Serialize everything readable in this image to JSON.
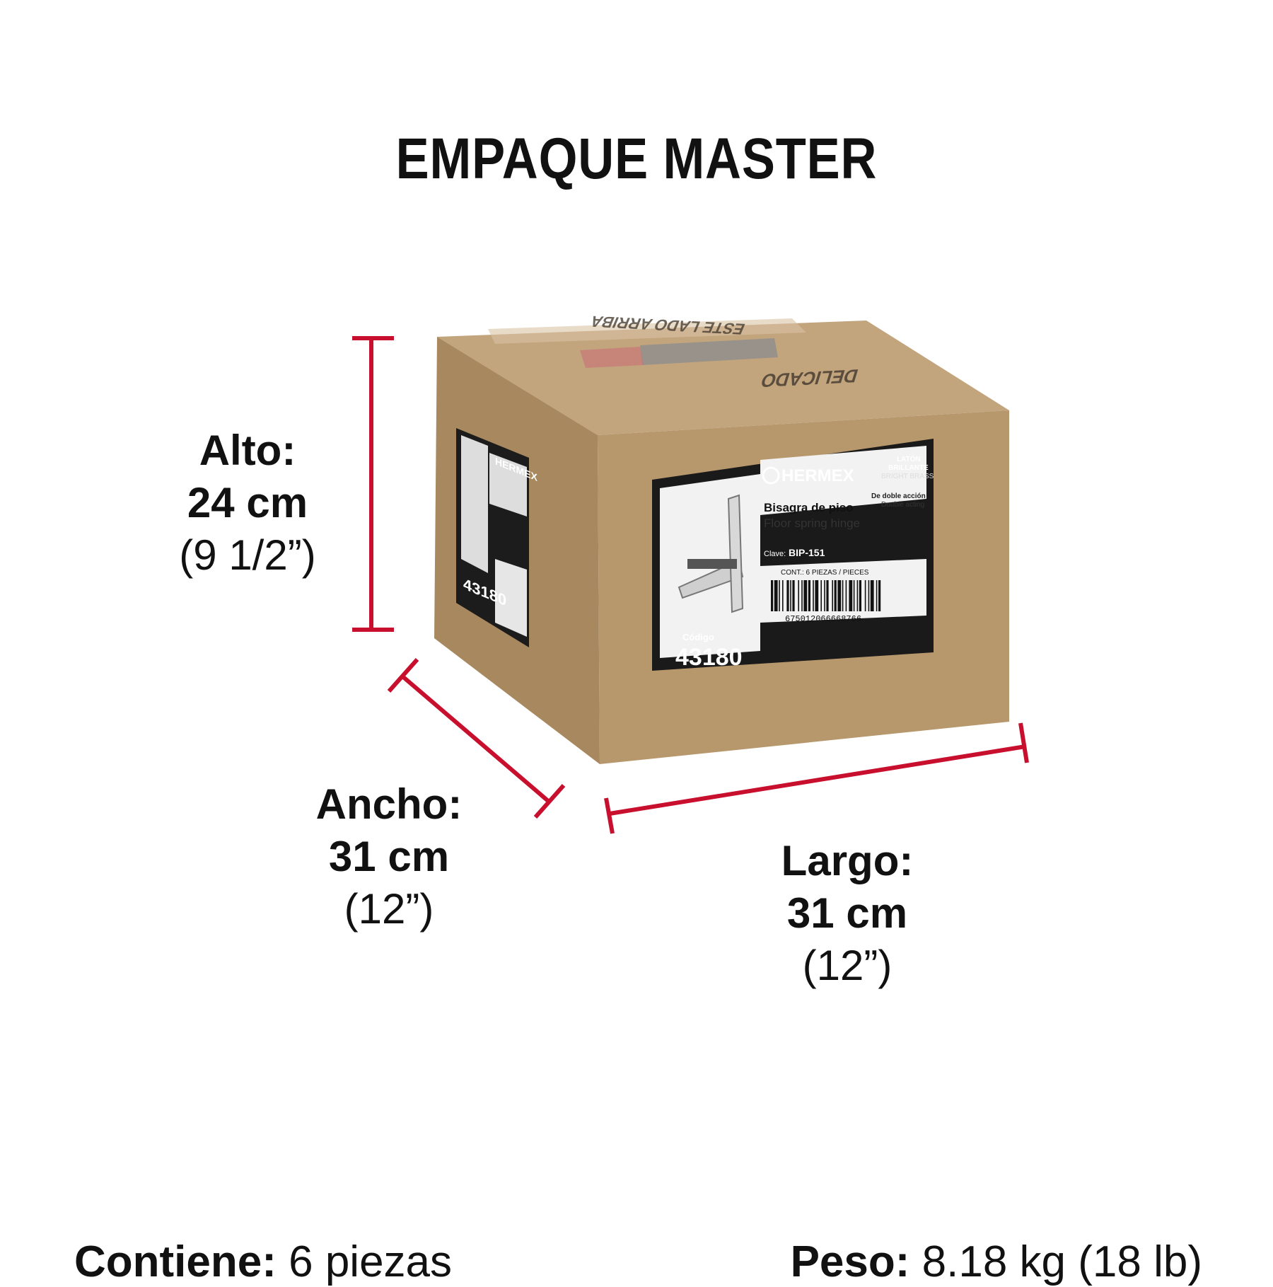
{
  "title": "EMPAQUE MASTER",
  "dimensions": {
    "alto": {
      "label": "Alto:",
      "metric": "24 cm",
      "imperial": "(9 1/2”)"
    },
    "ancho": {
      "label": "Ancho:",
      "metric": "31 cm",
      "imperial": "(12”)"
    },
    "largo": {
      "label": "Largo:",
      "metric": "31 cm",
      "imperial": "(12”)"
    }
  },
  "contents": {
    "label": "Contiene:",
    "value": "6 piezas"
  },
  "weight": {
    "label": "Peso:",
    "value": "8.18 kg (18 lb)"
  },
  "box": {
    "top_text_1": "ESTE LADO ARRIBA",
    "top_text_2": "DELICADO",
    "brand": "HERMEX",
    "material_es_1": "LATÓN",
    "material_es_2": "BRILLANTE",
    "material_en": "BRIGHT BRASS",
    "product_es": "Bisagra de piso",
    "product_en": "Floor spring hinge",
    "action_es": "De doble acción",
    "action_en": "Double acting",
    "clave_label": "Clave:",
    "clave": "BIP-151",
    "cont": "CONT.: 6 PIEZAS / PIECES",
    "barcode_number": "675012066668766",
    "codigo_label": "Código",
    "codigo": "43180"
  },
  "colors": {
    "accent": "#c8102e",
    "cardboard_front": "#b5966d",
    "cardboard_top": "#bea07a",
    "cardboard_side": "#a88962",
    "label_dark": "#1a1a1a"
  }
}
